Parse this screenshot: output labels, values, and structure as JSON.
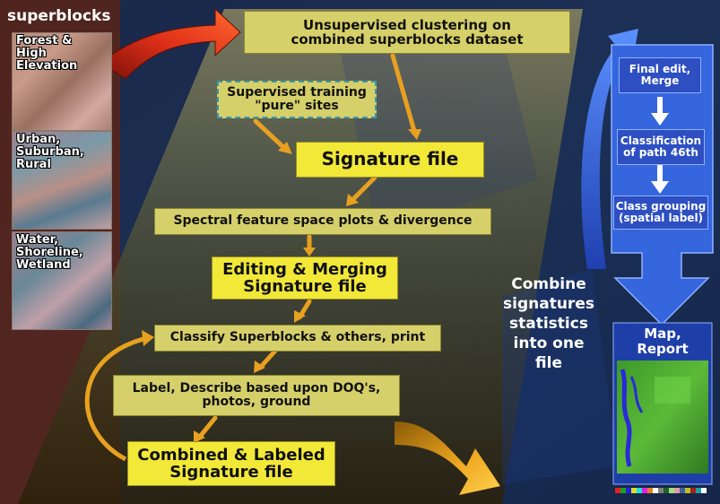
{
  "title": "superblocks",
  "thumbnails": [
    {
      "label": "Forest &\nHigh\nElevation"
    },
    {
      "label": "Urban,\nSuburban,\nRural"
    },
    {
      "label": "Water,\nShoreline,\nWetland"
    }
  ],
  "steps": {
    "unsupervised": "Unsupervised clustering on combined superblocks dataset",
    "supervised": "Supervised training \"pure\" sites",
    "signature": "Signature file",
    "spectral": "Spectral feature space plots & divergence",
    "editing": "Editing & Merging Signature file",
    "classify": "Classify Superblocks & others, print",
    "label": "Label, Describe based upon DOQ's, photos, ground",
    "combined": "Combined & Labeled Signature file"
  },
  "combine_text": "Combine signatures statistics into one file",
  "right_panel": {
    "final_edit": "Final edit, Merge",
    "classification": "Classification of path 46th",
    "grouping": "Class grouping (spatial label)",
    "map_report": "Map, Report"
  },
  "colors": {
    "pale_box": "#d6d06a",
    "gold_box": "#f2e838",
    "blue_box": "#2d4fc2",
    "red_arrow": "#e03018",
    "orange_arrow": "#e8a020",
    "background": "#14203a"
  }
}
